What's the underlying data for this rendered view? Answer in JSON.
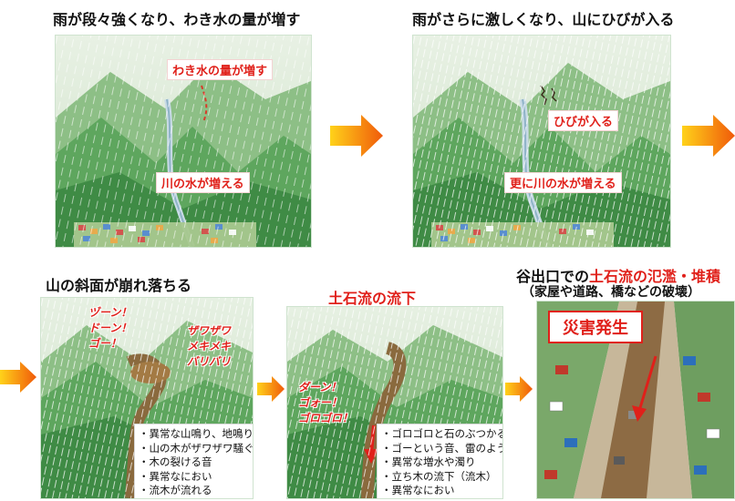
{
  "stages": [
    {
      "title": "雨が段々強くなり、わき水の量が増す",
      "labels": [
        "わき水の量が増す",
        "川の水が増える"
      ]
    },
    {
      "title": "雨がさらに激しくなり、山にひびが入る",
      "labels": [
        "ひびが入る",
        "更に川の水が増える"
      ]
    },
    {
      "title": "山の斜面が崩れ落ちる",
      "sounds": [
        "ヅーン！\nドーン！\nゴー！",
        "ザワザワ\nメキメキ\nバリバリ"
      ],
      "signs": [
        "異常な山鳴り、地鳴り",
        "山の木がザワザワ騒ぐ",
        "木の裂ける音",
        "異常なにおい",
        "流木が流れる"
      ]
    },
    {
      "title": "土石流の流下",
      "sounds": [
        "ダーン！\nゴォー！\nゴロゴロ！"
      ],
      "signs": [
        "ゴロゴロと石のぶつかる音",
        "ゴーという音、雷のような音",
        "異常な増水や濁り",
        "立ち木の流下（流木）",
        "異常なにおい"
      ]
    },
    {
      "title_prefix": "谷出口での",
      "title_red": "土石流の氾濫・堆積",
      "subtitle": "（家屋や道路、橋などの破壊）",
      "badge": "災害発生"
    }
  ],
  "colors": {
    "accent_red": "#e0201a",
    "arrow_start": "#ffd21a",
    "arrow_end": "#f05a0a",
    "mountain_green": "#4d9a4f",
    "sky_green": "#dfeedb"
  }
}
